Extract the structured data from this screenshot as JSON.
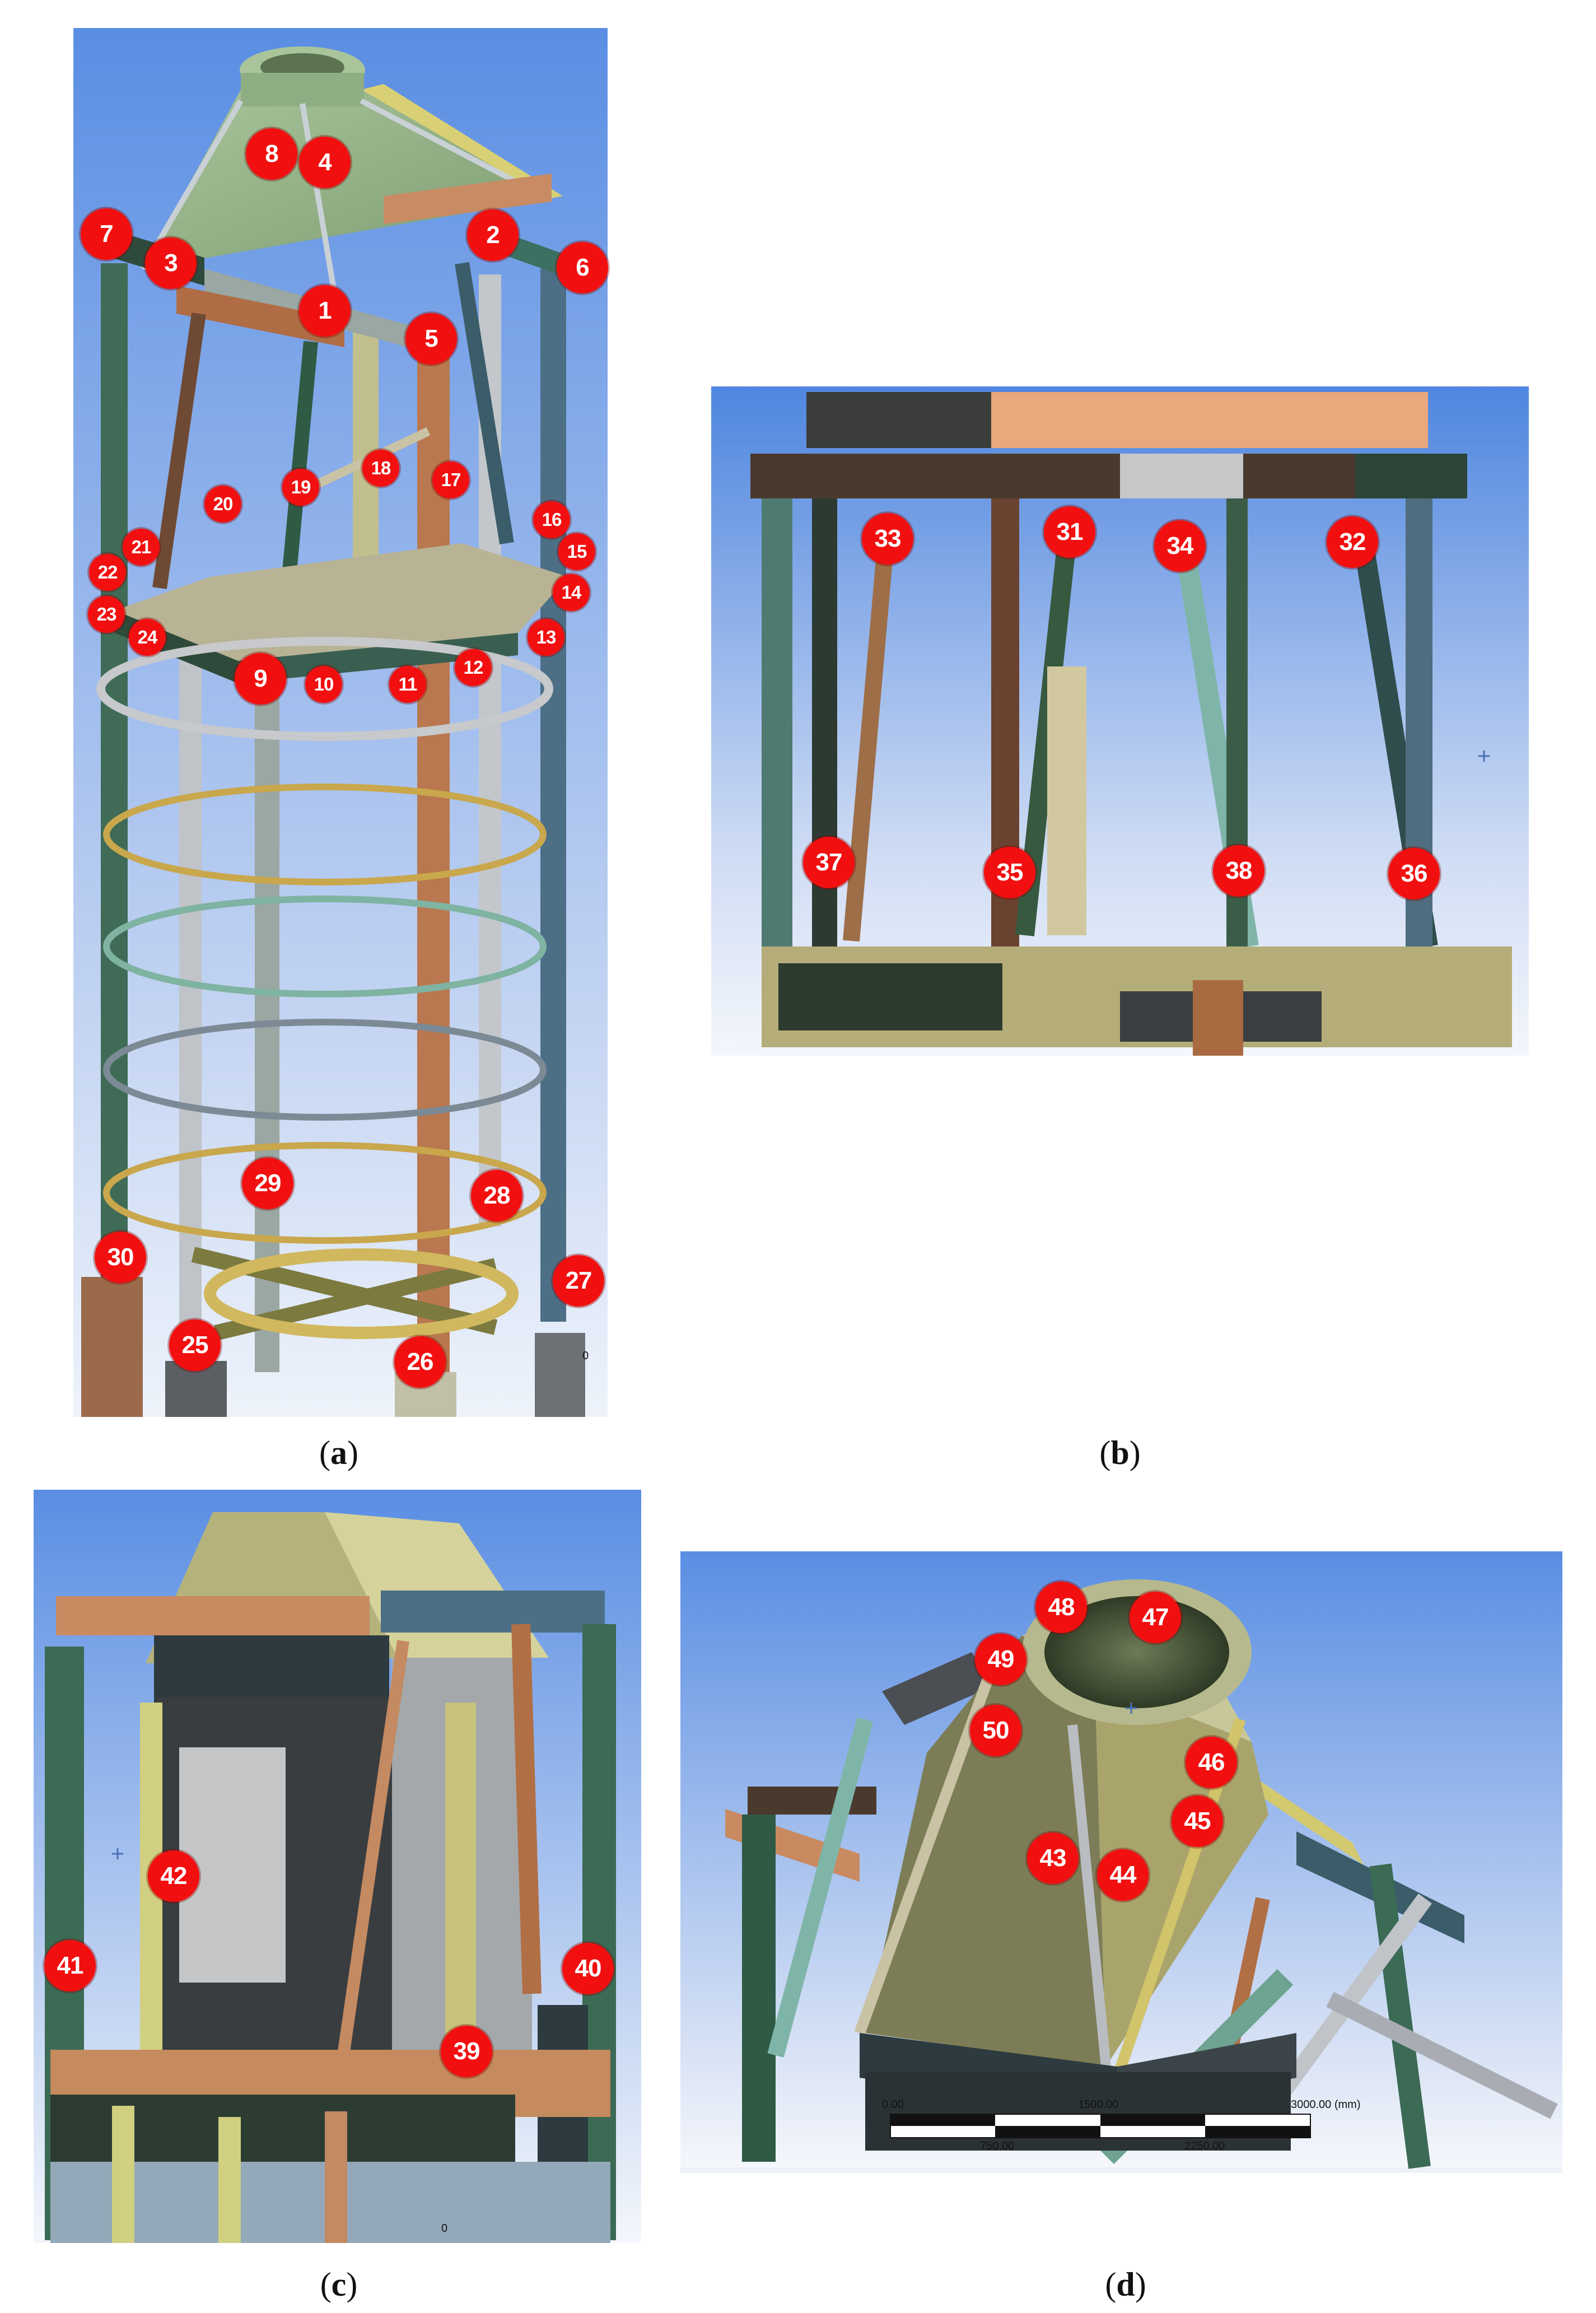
{
  "panels": [
    {
      "id": "a",
      "caption_letter": "a"
    },
    {
      "id": "b",
      "caption_letter": "b"
    },
    {
      "id": "c",
      "caption_letter": "c"
    },
    {
      "id": "d",
      "caption_letter": "d"
    }
  ],
  "markers_a": [
    "1",
    "2",
    "3",
    "4",
    "5",
    "6",
    "7",
    "8",
    "9",
    "10",
    "11",
    "12",
    "13",
    "14",
    "15",
    "16",
    "17",
    "18",
    "19",
    "20",
    "21",
    "22",
    "23",
    "24",
    "25",
    "26",
    "27",
    "28",
    "29",
    "30"
  ],
  "markers_b": [
    "31",
    "32",
    "33",
    "34",
    "35",
    "36",
    "37",
    "38"
  ],
  "markers_c": [
    "39",
    "40",
    "41",
    "42"
  ],
  "markers_d": [
    "43",
    "44",
    "45",
    "46",
    "47",
    "48",
    "49",
    "50"
  ],
  "scale_bar": {
    "top_labels": [
      "0.00",
      "1500.00",
      "3000.00 (mm)"
    ],
    "bottom_labels": [
      "750.00",
      "2250.00"
    ]
  },
  "panel_c_origin_label": "0",
  "panel_a_origin_label": "0",
  "colors": {
    "sky_top": "#5d8fe0",
    "sky_bottom": "#f2f5fb",
    "marker": "#f20f0f",
    "hood": "#9bb88a",
    "beam_dark": "#2e4a3a",
    "beam_copper": "#b5754b",
    "beam_grey": "#b9bcc1"
  }
}
